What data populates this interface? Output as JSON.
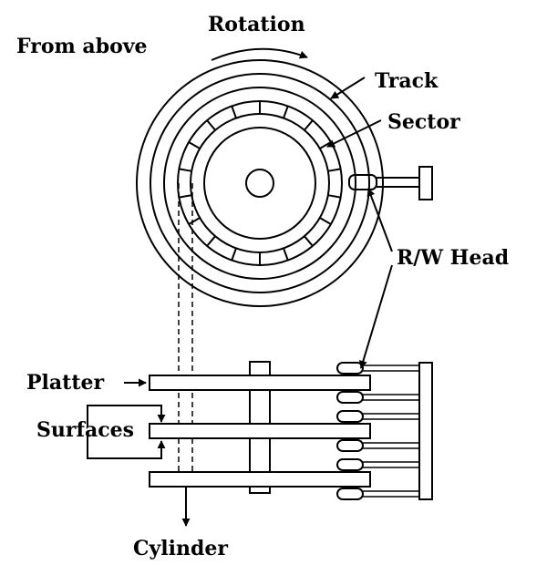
{
  "labels": {
    "rotation": "Rotation",
    "from_above": "From above",
    "track": "Track",
    "sector": "Sector",
    "rw_head": "R/W Head",
    "platter": "Platter",
    "surfaces": "Surfaces",
    "cylinder": "Cylinder"
  },
  "colors": {
    "stroke": "#000000",
    "background": "#ffffff"
  }
}
